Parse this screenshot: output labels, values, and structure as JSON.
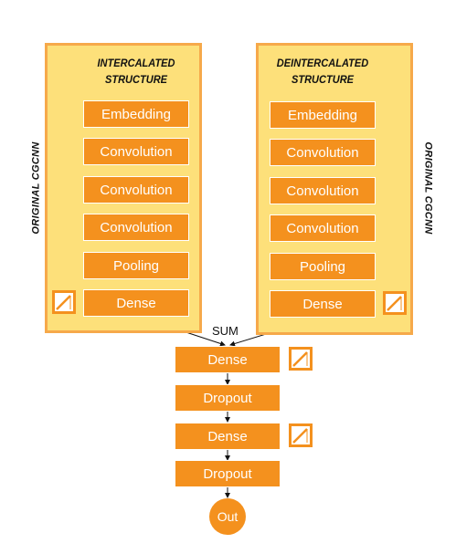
{
  "left_panel": {
    "title_line1": "INTERCALATED",
    "title_line2": "STRUCTURE",
    "side_label": "ORIGINAL CGCNN",
    "layers": [
      "Embedding",
      "Convolution",
      "Convolution",
      "Convolution",
      "Pooling",
      "Dense"
    ]
  },
  "right_panel": {
    "title_line1": "DEINTERCALATED",
    "title_line2": "STRUCTURE",
    "side_label": "ORIGINAL CGCNN",
    "layers": [
      "Embedding",
      "Convolution",
      "Convolution",
      "Convolution",
      "Pooling",
      "Dense"
    ]
  },
  "merge": {
    "label": "SUM",
    "layers": [
      "Dense",
      "Dropout",
      "Dense",
      "Dropout"
    ],
    "output": "Out"
  },
  "icons": [
    "activation-icon"
  ],
  "colors": {
    "panel_fill": "#fde07a",
    "panel_border": "#f6a94a",
    "layer_fill": "#f4911e"
  }
}
